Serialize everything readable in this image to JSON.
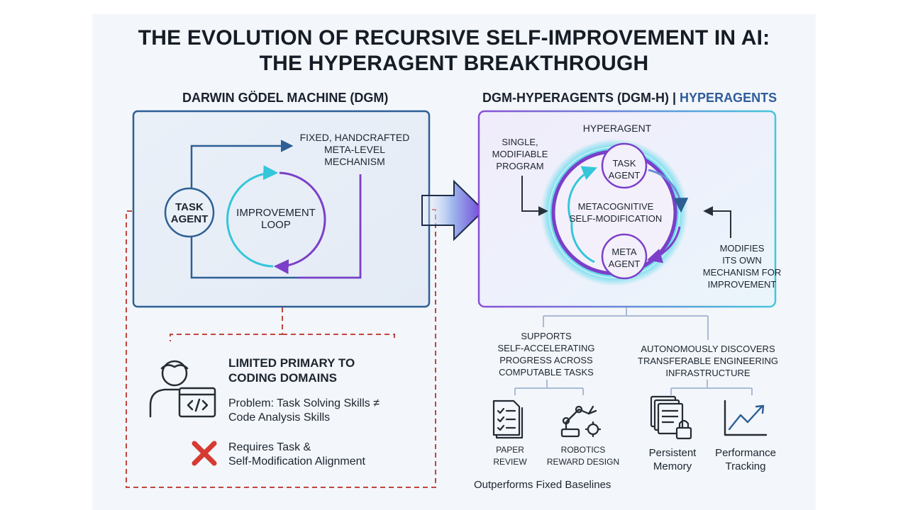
{
  "title": {
    "line1": "THE EVOLUTION OF RECURSIVE SELF-IMPROVEMENT IN AI:",
    "line2": "THE HYPERAGENT BREAKTHROUGH"
  },
  "dgm": {
    "heading": "DARWIN GÖDEL MACHINE (DGM)",
    "task_agent": "TASK\nAGENT",
    "improvement_loop": "IMPROVEMENT\nLOOP",
    "meta_mechanism": "FIXED, HANDCRAFTED\nMETA-LEVEL\nMECHANISM",
    "limitation_title": "LIMITED PRIMARY TO\nCODING DOMAINS",
    "problem": "Problem: Task Solving Skills ≠\nCode Analysis Skills",
    "requirement": "Requires Task &\nSelf-Modification Alignment"
  },
  "hyper": {
    "heading_main": "DGM-HYPERAGENTS (DGM-H) |",
    "heading_highlight": "HYPERAGENTS",
    "hyperagent": "HYPERAGENT",
    "single_program": "SINGLE,\nMODIFIABLE\nPROGRAM",
    "task_agent": "TASK\nAGENT",
    "meta_agent": "META\nAGENT",
    "metacognitive": "METACOGNITIVE\nSELF-MODIFICATION",
    "modifies": "MODIFIES\nITS OWN\nMECHANISM FOR\nIMPROVEMENT",
    "supports": "SUPPORTS\nSELF-ACCELERATING\nPROGRESS ACROSS\nCOMPUTABLE TASKS",
    "discovers": "AUTONOMOUSLY DISCOVERS\nTRANSFERABLE ENGINEERING\nINFRASTRUCTURE",
    "paper_review": "PAPER\nREVIEW",
    "robotics": "ROBOTICS\nREWARD DESIGN",
    "persistent_memory": "Persistent\nMemory",
    "performance_tracking": "Performance\nTracking",
    "outperforms": "Outperforms Fixed Baselines"
  },
  "colors": {
    "dgm_blue": "#2d5f95",
    "purple": "#7b3fc9",
    "cyan": "#35c6da",
    "dashed_red": "#c2453f",
    "cross_red": "#d63a32"
  }
}
